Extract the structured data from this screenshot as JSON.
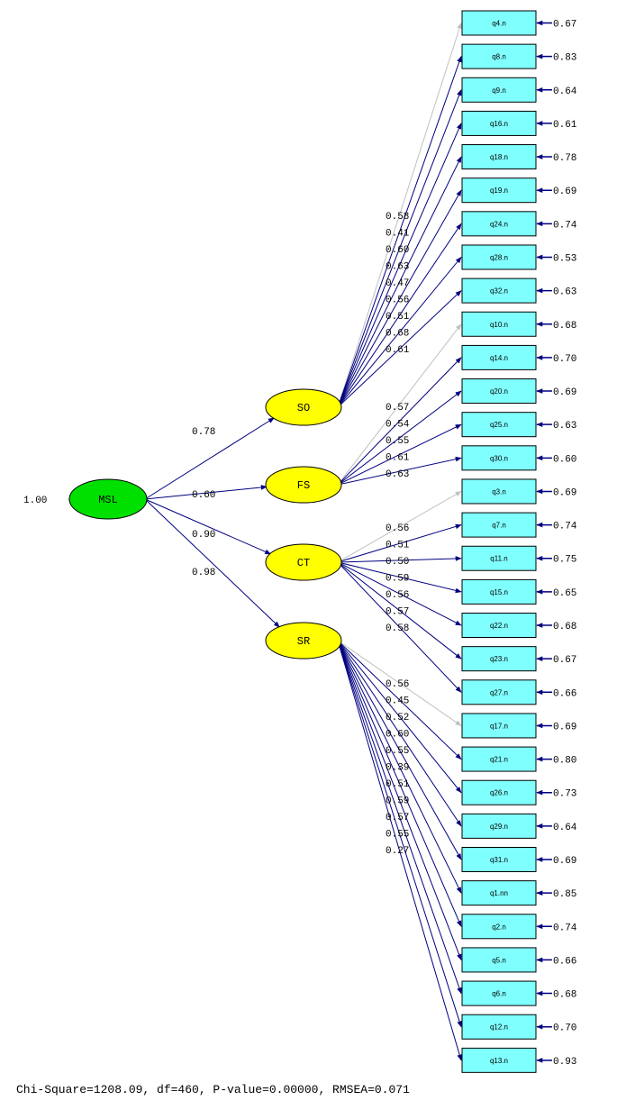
{
  "colors": {
    "observed_fill": "#80ffff",
    "factor_fill": "#ffff00",
    "top_factor_fill": "#00e000",
    "path_color": "#000080",
    "fixed_path_color": "#c0c0c0"
  },
  "top_factor": {
    "label": "MSL",
    "variance": "1.00"
  },
  "factors": [
    {
      "label": "SO",
      "loading": "0.78",
      "indicators": [
        {
          "label": "q4.n",
          "loading": "0.58",
          "error": "0.67",
          "fixed": true
        },
        {
          "label": "q8.n",
          "loading": "0.41",
          "error": "0.83"
        },
        {
          "label": "q9.n",
          "loading": "0.60",
          "error": "0.64"
        },
        {
          "label": "q16.n",
          "loading": "0.63",
          "error": "0.61"
        },
        {
          "label": "q18.n",
          "loading": "0.47",
          "error": "0.78"
        },
        {
          "label": "q19.n",
          "loading": "0.56",
          "error": "0.69"
        },
        {
          "label": "q24.n",
          "loading": "0.51",
          "error": "0.74"
        },
        {
          "label": "q28.n",
          "loading": "0.68",
          "error": "0.53"
        },
        {
          "label": "q32.n",
          "loading": "0.61",
          "error": "0.63"
        }
      ]
    },
    {
      "label": "FS",
      "loading": "0.60",
      "indicators": [
        {
          "label": "q10.n",
          "loading": "0.57",
          "error": "0.68",
          "fixed": true
        },
        {
          "label": "q14.n",
          "loading": "0.54",
          "error": "0.70"
        },
        {
          "label": "q20.n",
          "loading": "0.55",
          "error": "0.69"
        },
        {
          "label": "q25.n",
          "loading": "0.61",
          "error": "0.63"
        },
        {
          "label": "q30.n",
          "loading": "0.63",
          "error": "0.60"
        }
      ]
    },
    {
      "label": "CT",
      "loading": "0.90",
      "indicators": [
        {
          "label": "q3.n",
          "loading": "0.56",
          "error": "0.69",
          "fixed": true
        },
        {
          "label": "q7.n",
          "loading": "0.51",
          "error": "0.74"
        },
        {
          "label": "q11.n",
          "loading": "0.50",
          "error": "0.75"
        },
        {
          "label": "q15.n",
          "loading": "0.59",
          "error": "0.65"
        },
        {
          "label": "q22.n",
          "loading": "0.56",
          "error": "0.68"
        },
        {
          "label": "q23.n",
          "loading": "0.57",
          "error": "0.67"
        },
        {
          "label": "q27.n",
          "loading": "0.58",
          "error": "0.66"
        }
      ]
    },
    {
      "label": "SR",
      "loading": "0.98",
      "indicators": [
        {
          "label": "q17.n",
          "loading": "0.56",
          "error": "0.69",
          "fixed": true
        },
        {
          "label": "q21.n",
          "loading": "0.45",
          "error": "0.80"
        },
        {
          "label": "q26.n",
          "loading": "0.52",
          "error": "0.73"
        },
        {
          "label": "q29.n",
          "loading": "0.60",
          "error": "0.64"
        },
        {
          "label": "q31.n",
          "loading": "0.55",
          "error": "0.69"
        },
        {
          "label": "q1.nn",
          "loading": "0.39",
          "error": "0.85"
        },
        {
          "label": "q2.n",
          "loading": "0.51",
          "error": "0.74"
        },
        {
          "label": "q5.n",
          "loading": "0.59",
          "error": "0.66"
        },
        {
          "label": "q6.n",
          "loading": "0.57",
          "error": "0.68"
        },
        {
          "label": "q12.n",
          "loading": "0.55",
          "error": "0.70"
        },
        {
          "label": "q13.n",
          "loading": "0.27",
          "error": "0.93"
        }
      ]
    }
  ],
  "fit_stats": "Chi-Square=1208.09, df=460, P-value=0.00000, RMSEA=0.071"
}
